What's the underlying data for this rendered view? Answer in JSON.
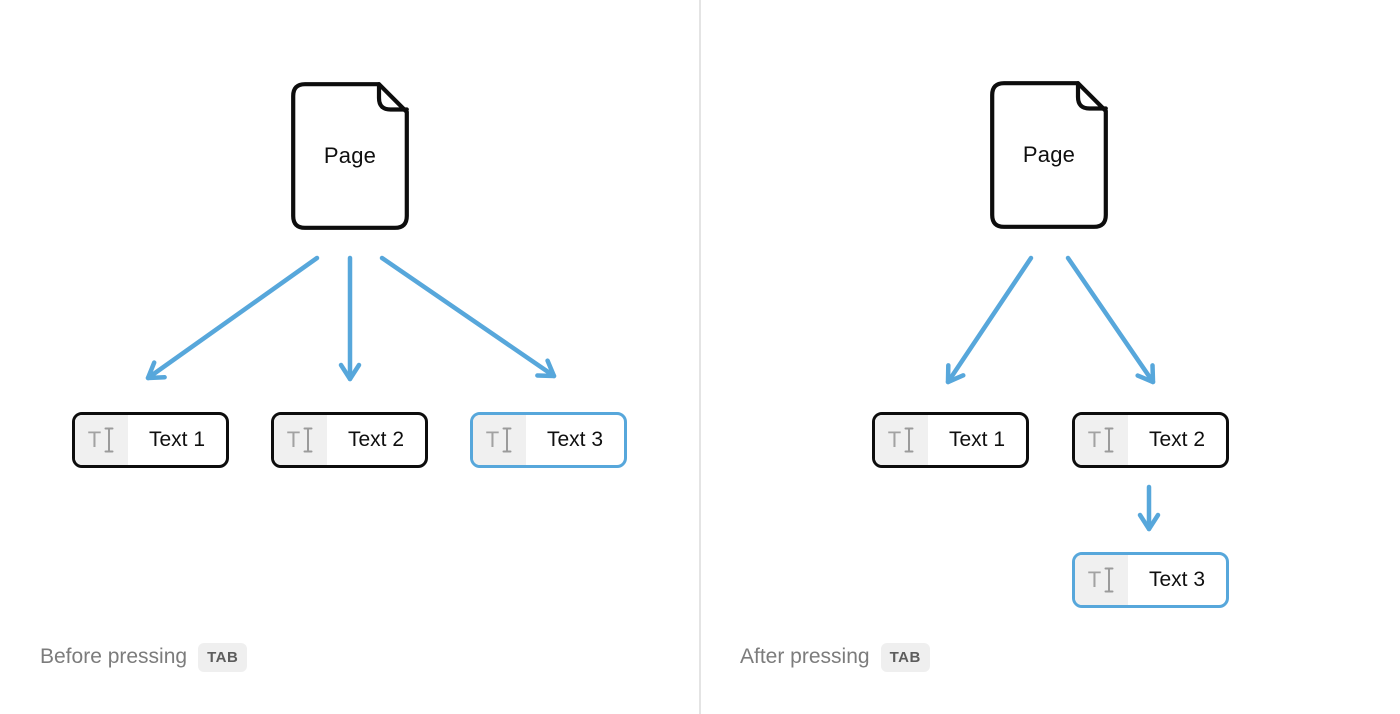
{
  "colors": {
    "arrow_blue": "#57a7db",
    "highlight_border_blue": "#57a7db",
    "block_border_black": "#0d0d0d",
    "block_icon_bg": "#f0f0f0",
    "block_icon_gray": "#a2a2a2",
    "caption_gray": "#7c7c7c",
    "key_badge_bg": "#efefef",
    "key_badge_text": "#5d5d5d",
    "divider_gray": "#e4e4e4",
    "background": "#ffffff"
  },
  "block_icon_glyph": "T",
  "panels": [
    {
      "name": "before",
      "page_label": "Page",
      "blocks": [
        {
          "label": "Text 1",
          "state": "default"
        },
        {
          "label": "Text 2",
          "state": "default"
        },
        {
          "label": "Text 3",
          "state": "highlighted"
        }
      ],
      "edges": [
        {
          "from": "Page",
          "to": "Text 1"
        },
        {
          "from": "Page",
          "to": "Text 2"
        },
        {
          "from": "Page",
          "to": "Text 3"
        }
      ],
      "caption": {
        "text": "Before pressing",
        "key": "TAB"
      }
    },
    {
      "name": "after",
      "page_label": "Page",
      "blocks": [
        {
          "label": "Text 1",
          "state": "default"
        },
        {
          "label": "Text 2",
          "state": "default"
        },
        {
          "label": "Text 3",
          "state": "highlighted"
        }
      ],
      "edges": [
        {
          "from": "Page",
          "to": "Text 1"
        },
        {
          "from": "Page",
          "to": "Text 2"
        },
        {
          "from": "Text 2",
          "to": "Text 3"
        }
      ],
      "caption": {
        "text": "After pressing",
        "key": "TAB"
      }
    }
  ]
}
